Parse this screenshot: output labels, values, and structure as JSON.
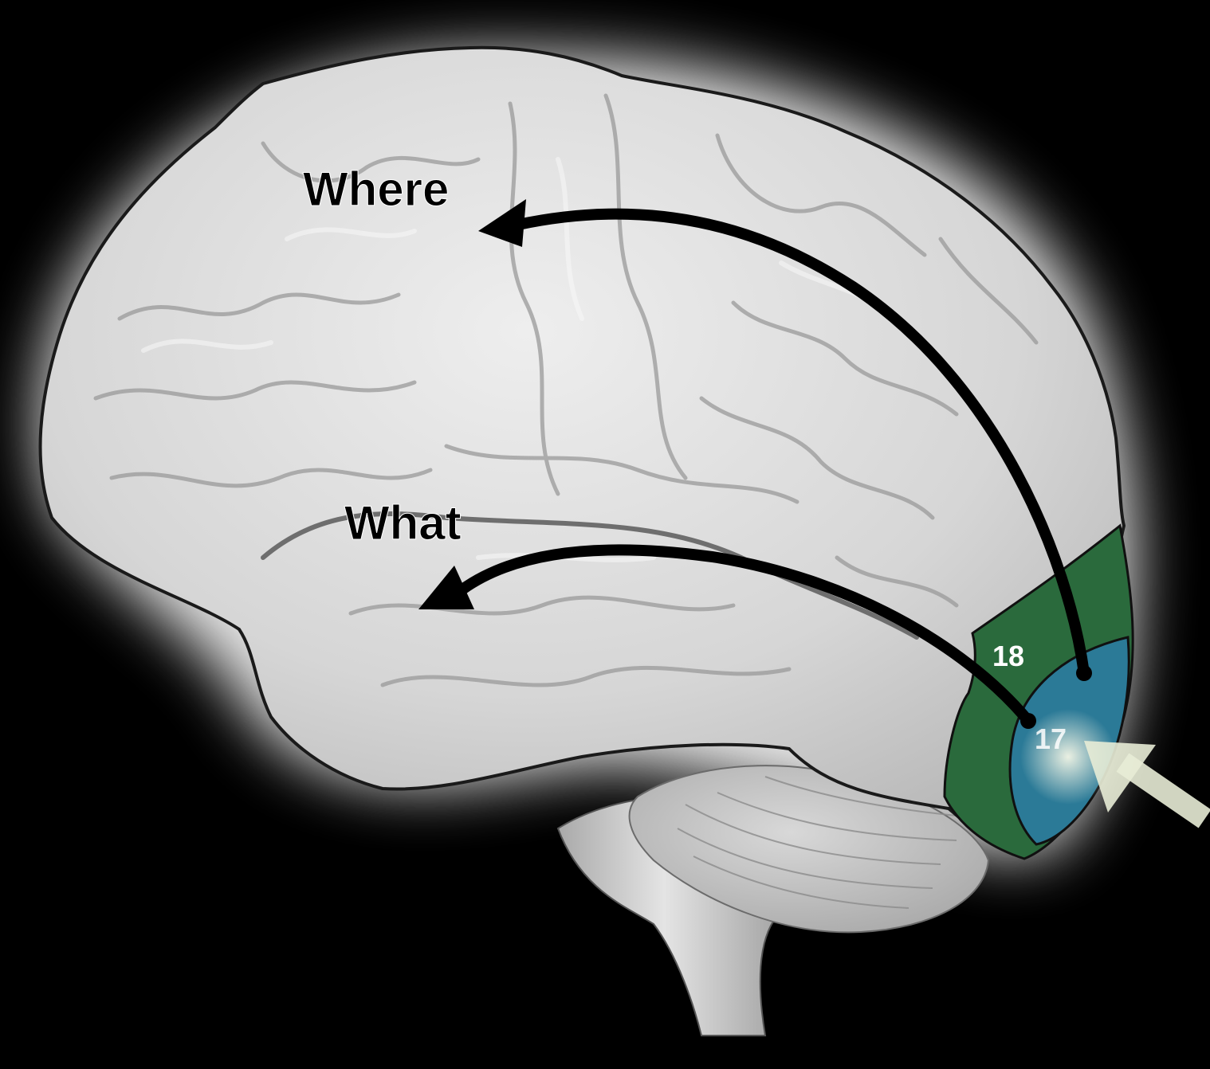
{
  "labels": {
    "dorsal_stream": "Where",
    "ventral_stream": "What",
    "area_18": "18",
    "area_17": "17"
  },
  "colors": {
    "background": "#000000",
    "brain": "#d9d9d9",
    "outline": "#1a1a1a",
    "area_18": "#2a6a3c",
    "area_17": "#2b7a97",
    "arrow": "#000000",
    "light_ray": "#e8ecd6"
  }
}
